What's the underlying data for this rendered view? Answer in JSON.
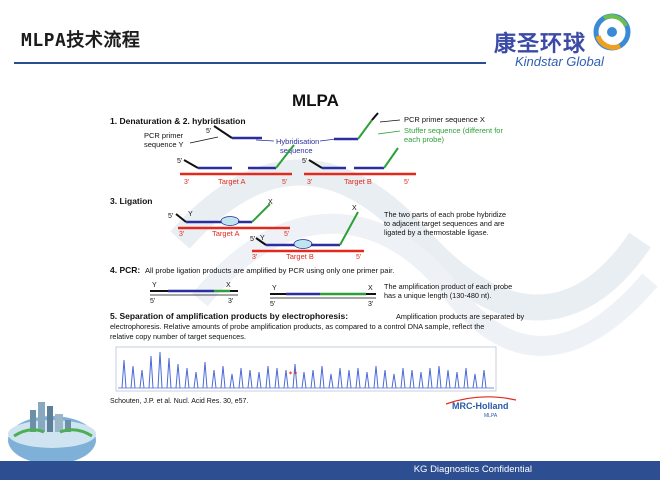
{
  "header": {
    "title": "MLPA技术流程",
    "brand_cn": "康圣环球",
    "brand_en": "Kindstar Global"
  },
  "diagram": {
    "main_title": "MLPA",
    "step1": {
      "heading": "1. Denaturation &  2. hybridisation",
      "pcr_primer_y": [
        "PCR primer",
        "sequence Y"
      ],
      "hybridisation_seq": [
        "Hybridisation",
        "sequence"
      ],
      "pcr_primer_x": "PCR primer sequence X",
      "stuffer": [
        "Stuffer sequence (different for",
        "each probe)"
      ],
      "target_a": "Target A",
      "target_b": "Target B",
      "prime3": "3'",
      "prime5": "5'"
    },
    "step3": {
      "heading": "3. Ligation",
      "y": "Y",
      "x": "X",
      "description": [
        "The two parts of each probe hybridize",
        "to adjacent target sequences and are",
        "ligated by a thermostable ligase."
      ]
    },
    "step4": {
      "heading": "4. PCR:",
      "text": "All probe ligation products are amplified by PCR using only one primer pair.",
      "description": [
        "The amplification product of each probe",
        "has a unique length (130-480 nt)."
      ]
    },
    "step5": {
      "heading": "5. Separation of amplification products by electrophoresis:",
      "text_lines": [
        "Amplification products are separated by",
        "electrophoresis. Relative amounts of probe amplification products, as compared to a control DNA sample, reflect the",
        "relative copy number of target sequences."
      ],
      "citation": "Schouten, J.P. et al. Nucl. Acid Res. 30, e57.",
      "logo_text": "MRC-Holland",
      "logo_sub": "MLPA"
    }
  },
  "footer": {
    "text": "KG Diagnostics Confidential"
  },
  "colors": {
    "header_line": "#2a4d8f",
    "footer_bg": "#2d4f92",
    "probe_blue": "#2b2f9e",
    "stuffer_green": "#2ea03a",
    "target_red": "#e12a1d",
    "peak_blue": "#4a6ad8"
  }
}
